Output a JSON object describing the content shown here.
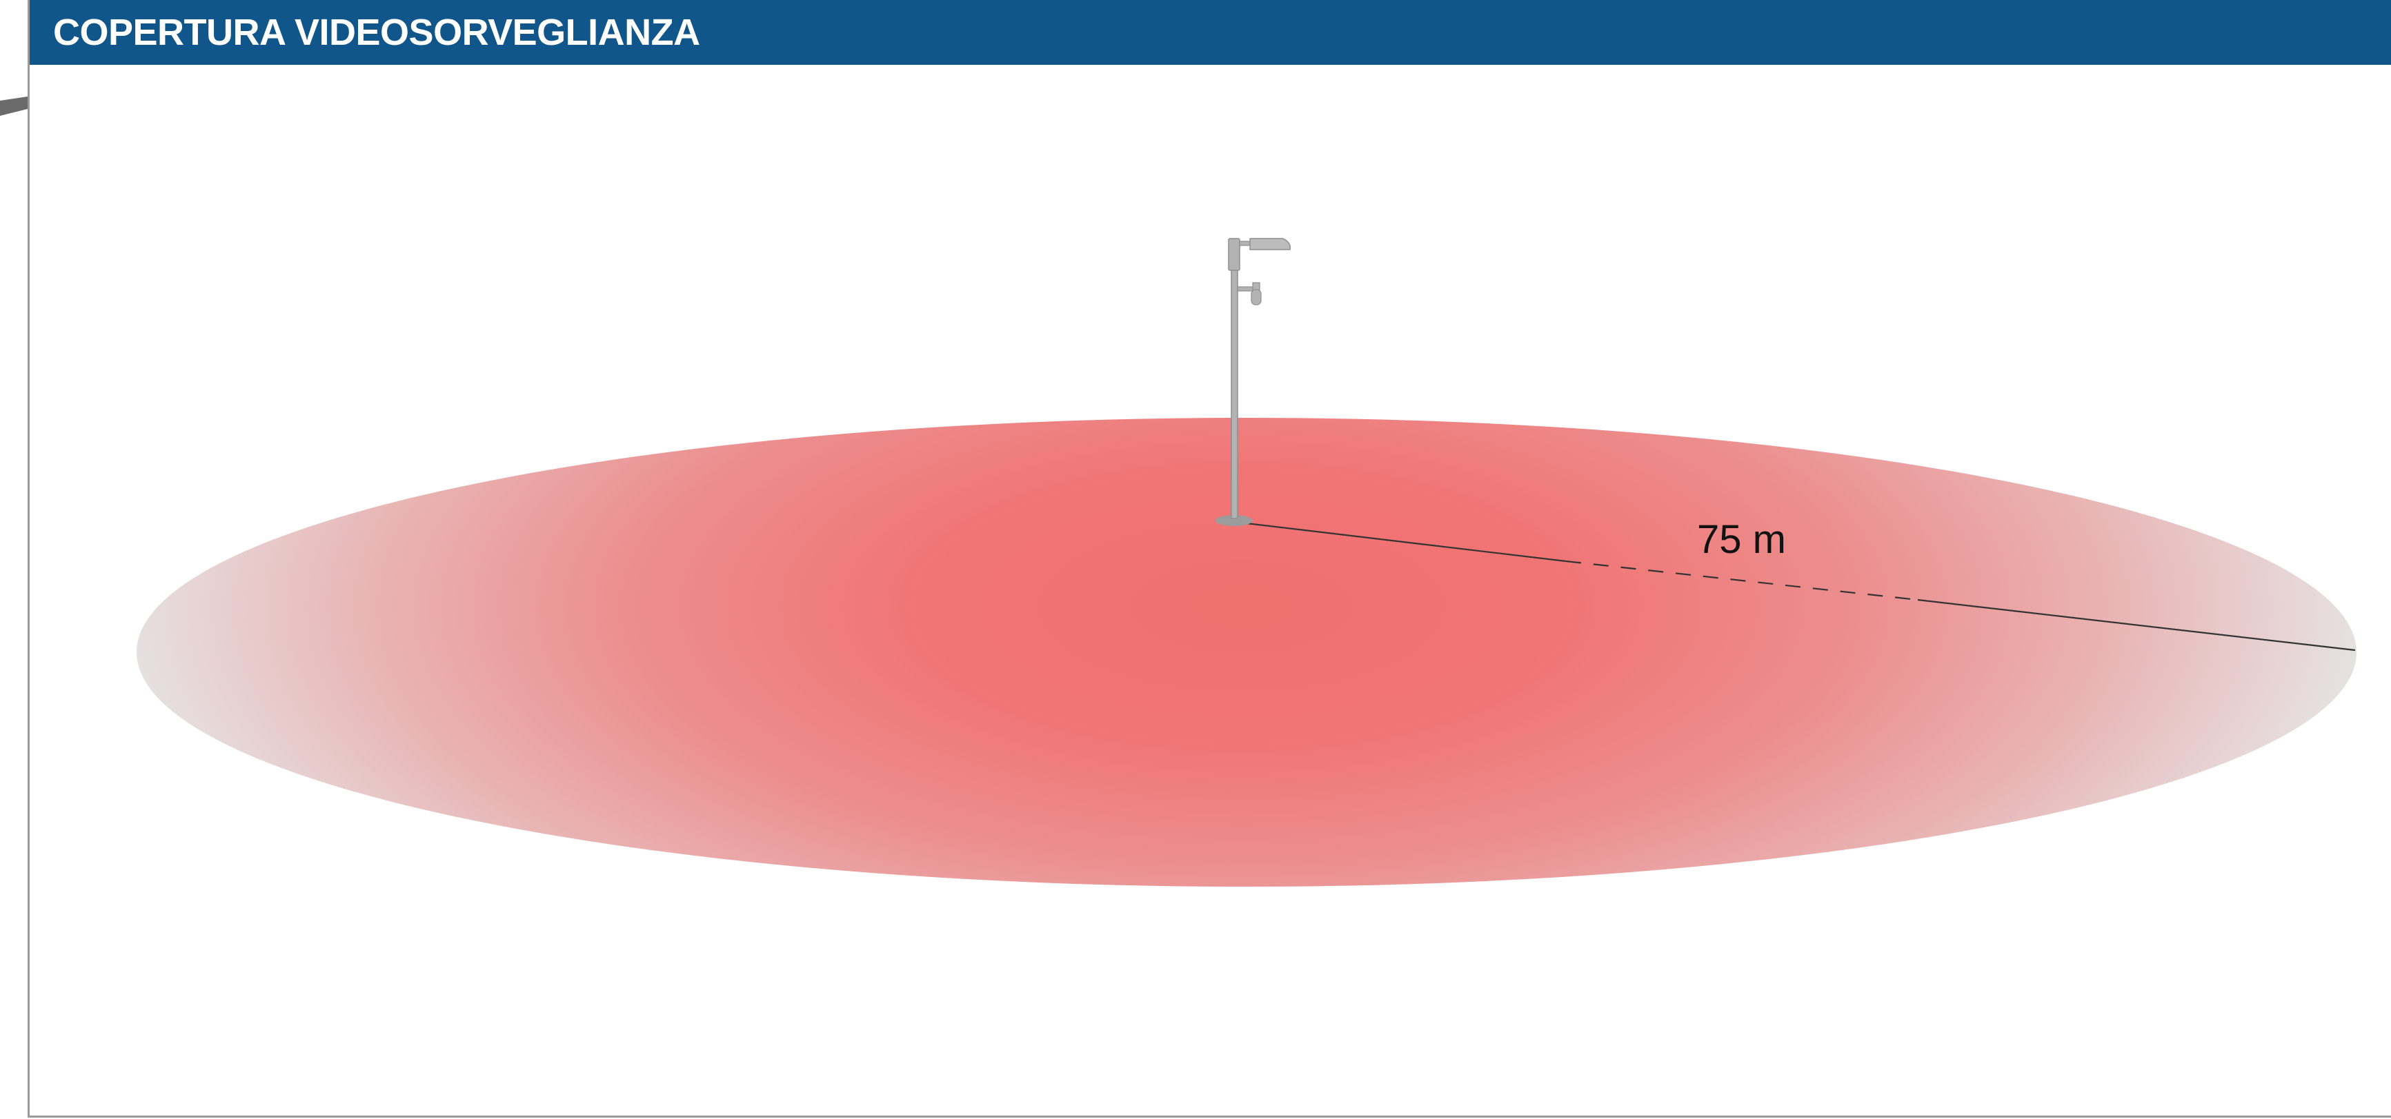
{
  "header": {
    "title": "COPERTURA VIDEOSORVEGLIANZA",
    "background_color": "#11568a",
    "text_color": "#ffffff"
  },
  "diagram": {
    "coverage_area": {
      "shape": "ellipse",
      "center_color": "#f07070",
      "edge_color": "#e6e1e1"
    },
    "pole": {
      "icon": "camera-pole-icon",
      "color": "#b3b3b3"
    },
    "radius": {
      "label": "75 m",
      "line_color": "#333333"
    }
  }
}
